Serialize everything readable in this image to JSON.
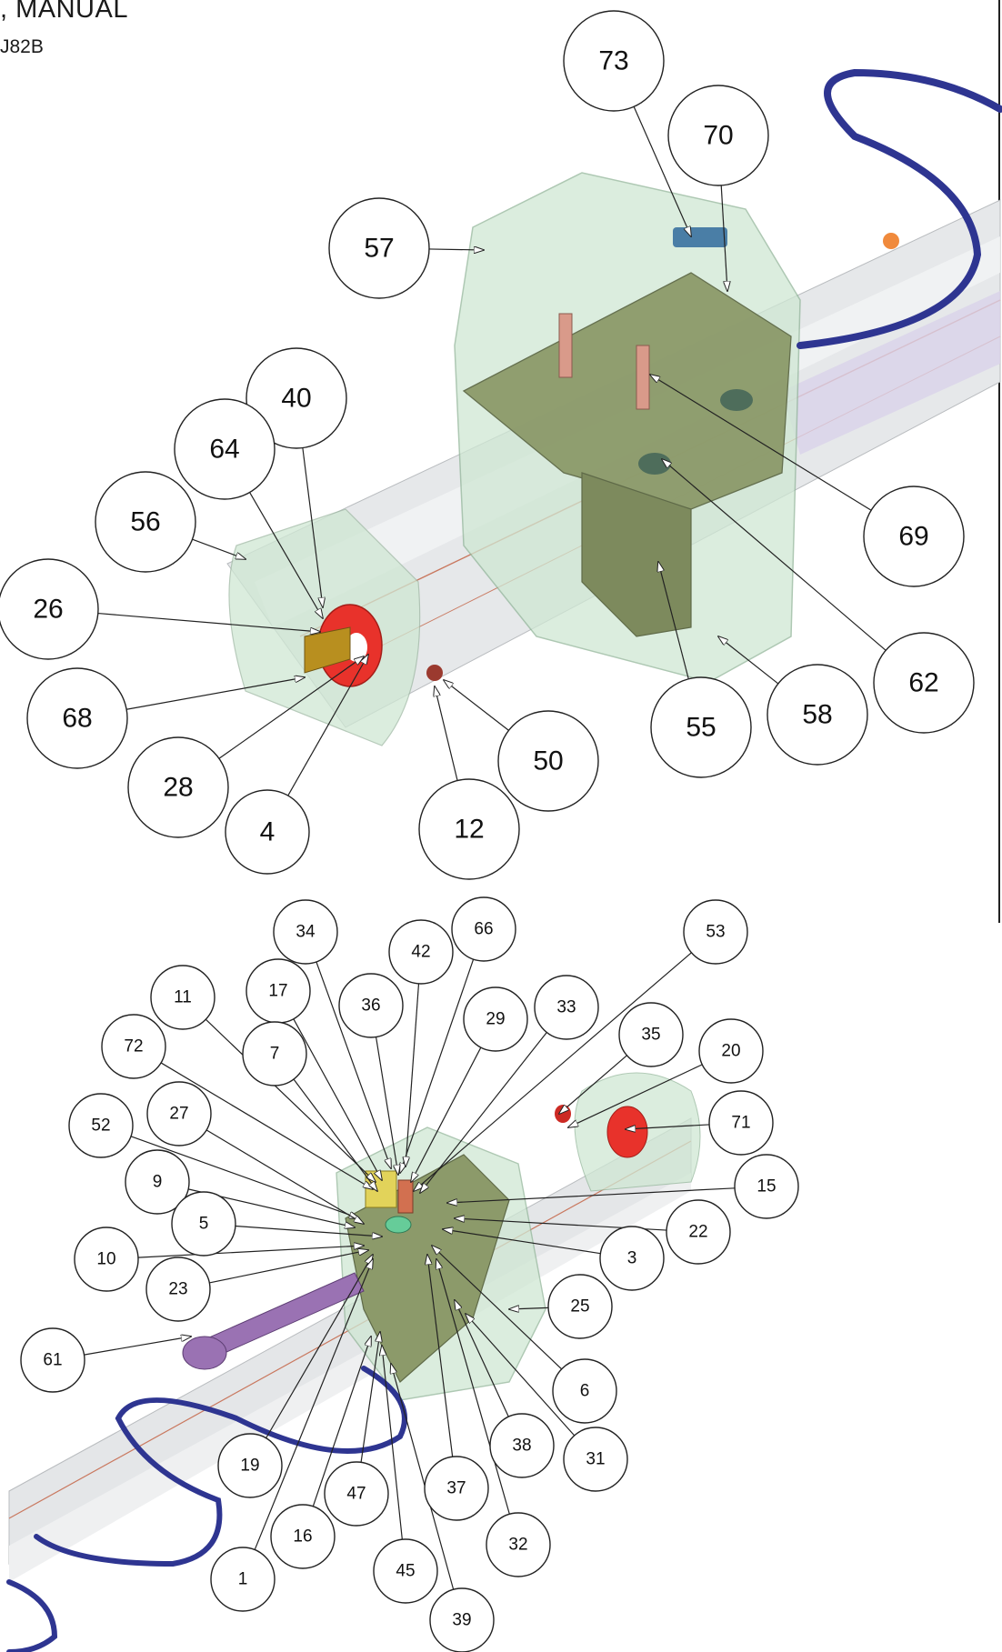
{
  "header": {
    "title": ", MANUAL",
    "code": "J82B"
  },
  "callouts_upper": [
    {
      "label": "73"
    },
    {
      "label": "70"
    },
    {
      "label": "57"
    },
    {
      "label": "40"
    },
    {
      "label": "64"
    },
    {
      "label": "56"
    },
    {
      "label": "26"
    },
    {
      "label": "68"
    },
    {
      "label": "28"
    },
    {
      "label": "4"
    },
    {
      "label": "12"
    },
    {
      "label": "50"
    },
    {
      "label": "55"
    },
    {
      "label": "58"
    },
    {
      "label": "62"
    },
    {
      "label": "69"
    }
  ],
  "callouts_lower": [
    {
      "label": "34"
    },
    {
      "label": "66"
    },
    {
      "label": "42"
    },
    {
      "label": "53"
    },
    {
      "label": "11"
    },
    {
      "label": "17"
    },
    {
      "label": "36"
    },
    {
      "label": "29"
    },
    {
      "label": "33"
    },
    {
      "label": "72"
    },
    {
      "label": "7"
    },
    {
      "label": "35"
    },
    {
      "label": "20"
    },
    {
      "label": "52"
    },
    {
      "label": "27"
    },
    {
      "label": "71"
    },
    {
      "label": "9"
    },
    {
      "label": "15"
    },
    {
      "label": "5"
    },
    {
      "label": "22"
    },
    {
      "label": "10"
    },
    {
      "label": "3"
    },
    {
      "label": "23"
    },
    {
      "label": "25"
    },
    {
      "label": "61"
    },
    {
      "label": "6"
    },
    {
      "label": "19"
    },
    {
      "label": "38"
    },
    {
      "label": "31"
    },
    {
      "label": "47"
    },
    {
      "label": "37"
    },
    {
      "label": "16"
    },
    {
      "label": "32"
    },
    {
      "label": "45"
    },
    {
      "label": "1"
    },
    {
      "label": "39"
    }
  ],
  "colors": {
    "housing": "#cfe7d3",
    "bracket": "#8c9a6a",
    "rail": "#d8dadd",
    "cable": "#2e3591",
    "red_part": "#e8322b",
    "purple_tool": "#9a72b3",
    "gold_part": "#b88f1f",
    "copper_part": "#d99a8a"
  }
}
